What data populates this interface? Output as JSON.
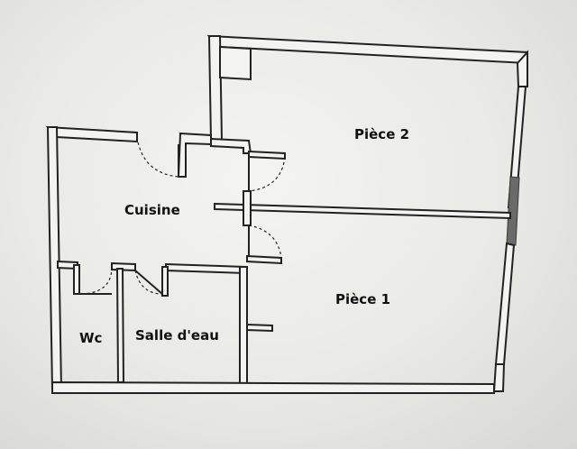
{
  "rooms": {
    "piece2": "Pièce 2",
    "cuisine": "Cuisine",
    "piece1": "Pièce 1",
    "wc": "Wc",
    "salle_eau": "Salle d'eau"
  },
  "colors": {
    "wall_stroke": "#222222",
    "wall_fill": "#f3f3f1",
    "paper": "#ededeb"
  }
}
